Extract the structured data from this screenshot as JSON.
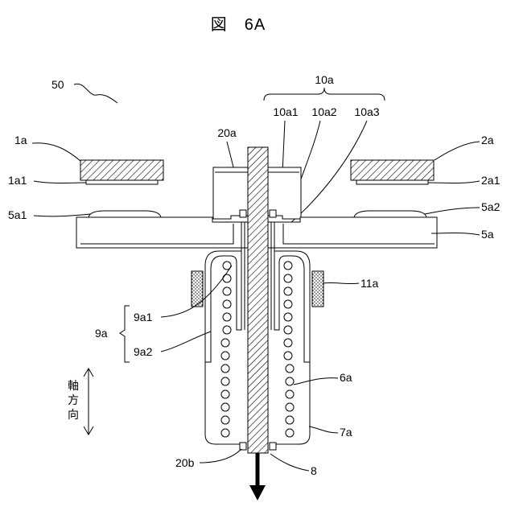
{
  "title": "図　6A",
  "labels": {
    "assembly": "50",
    "bracket_top": "10a",
    "part_10a1": "10a1",
    "part_10a2": "10a2",
    "part_10a3": "10a3",
    "part_1a": "1a",
    "part_1a1": "1a1",
    "part_2a": "2a",
    "part_2a1": "2a1",
    "part_20a": "20a",
    "part_5a1": "5a1",
    "part_5a2": "5a2",
    "part_5a": "5a",
    "part_11a": "11a",
    "part_9a": "9a",
    "part_9a1": "9a1",
    "part_9a2": "9a2",
    "part_6a": "6a",
    "part_7a": "7a",
    "part_20b": "20b",
    "part_8": "8"
  },
  "axis_label": {
    "char1": "軸",
    "char2": "方",
    "char3": "向"
  },
  "colors": {
    "line": "#000000",
    "background": "#ffffff"
  }
}
